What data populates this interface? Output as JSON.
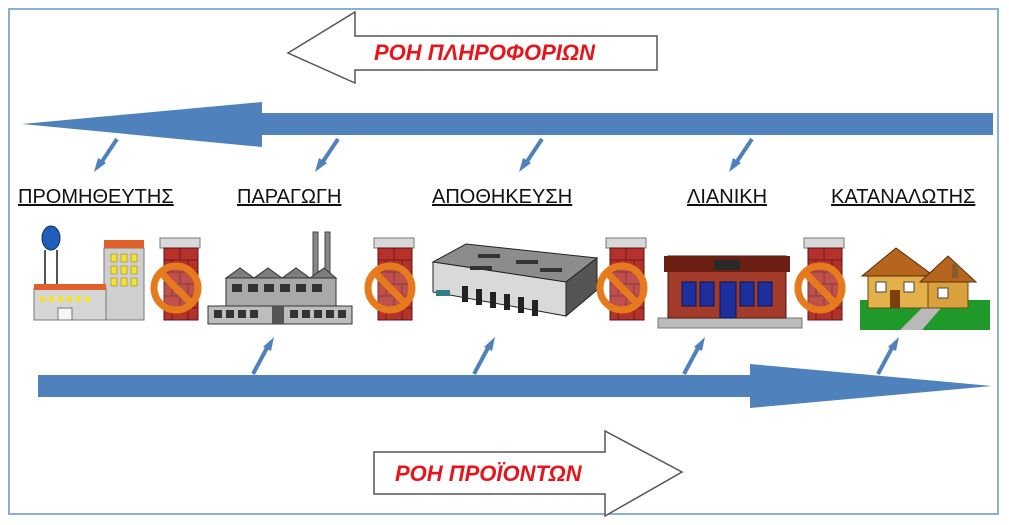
{
  "info_flow": {
    "label": "ΡΟΗ ΠΛΗΡΟΦΟΡΙΩΝ",
    "direction": "left"
  },
  "product_flow": {
    "label": "ΡΟΗ ΠΡΟΪΟΝΤΩΝ",
    "direction": "right"
  },
  "stages": [
    {
      "label": "ΠΡΟΜΗΘΕΥΤΗΣ",
      "icon": "supplier-factory-icon"
    },
    {
      "label": "ΠΑΡΑΓΩΓΗ",
      "icon": "production-plant-icon"
    },
    {
      "label": "ΑΠΟΘΗΚΕΥΣΗ",
      "icon": "warehouse-icon"
    },
    {
      "label": "ΛΙΑΝΙΚΗ",
      "icon": "retail-store-icon"
    },
    {
      "label": "ΚΑΤΑΝΑΛΩΤΗΣ",
      "icon": "consumer-house-icon"
    }
  ],
  "colors": {
    "flow_arrow": "#4f81bd",
    "callout_text": "#e8141b",
    "frame": "#8ab0d6",
    "barrier_brick": "#b5322c",
    "barrier_sign": "#e87a1e"
  }
}
